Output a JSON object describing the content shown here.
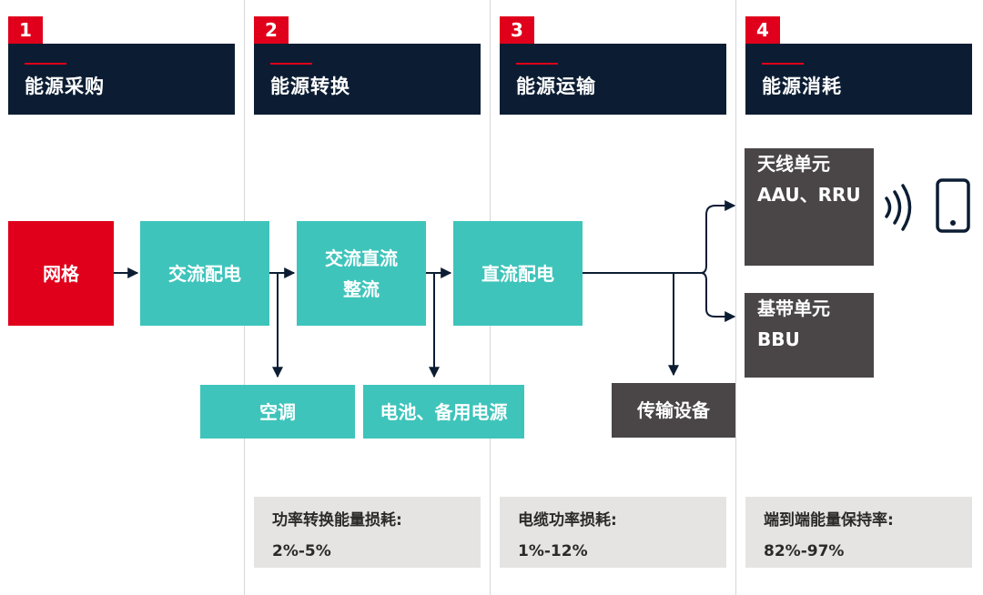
{
  "stages": [
    {
      "num": "1",
      "title": "能源采购"
    },
    {
      "num": "2",
      "title": "能源转换"
    },
    {
      "num": "3",
      "title": "能源运输"
    },
    {
      "num": "4",
      "title": "能源消耗"
    }
  ],
  "nodes": {
    "grid": "网格",
    "ac_dist": "交流配电",
    "acdc_line1": "交流直流",
    "acdc_line2": "整流",
    "dc_dist": "直流配电",
    "aircon": "空调",
    "battery": "电池、备用电源",
    "transmission": "传输设备",
    "antenna_line1": "天线单元",
    "antenna_line2": "AAU、RRU",
    "bbu_line1": "基带单元",
    "bbu_line2": "BBU"
  },
  "metrics": [
    {
      "label": "功率转换能量损耗:",
      "value": "2%-5%"
    },
    {
      "label": "电缆功率损耗:",
      "value": "1%-12%"
    },
    {
      "label": "端到端能量保持率:",
      "value": "82%-97%"
    }
  ],
  "icons": [
    "wireless-signal-icon",
    "mobile-phone-icon"
  ],
  "colors": {
    "accent_red": "#e0001b",
    "header_navy": "#0c1d33",
    "teal": "#3ec4bb",
    "dark_gray": "#4a4647",
    "metric_bg": "#e6e4e3",
    "line_navy": "#0c1d33"
  }
}
